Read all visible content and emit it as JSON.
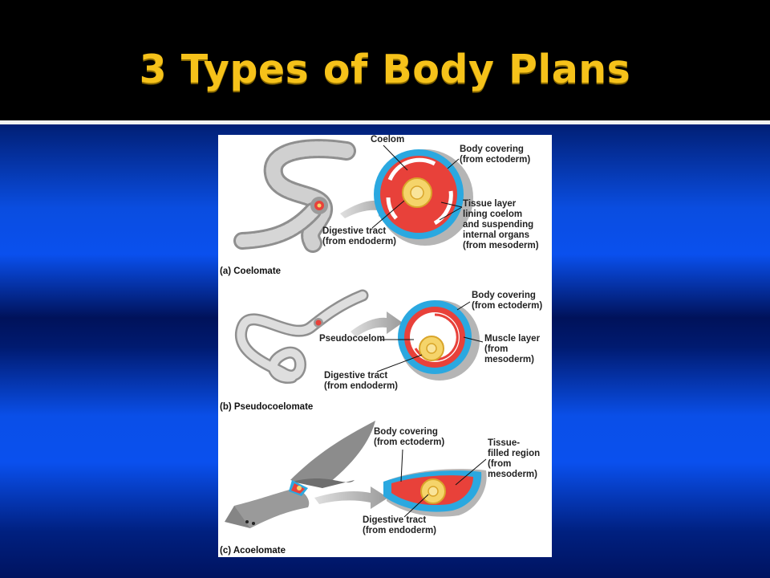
{
  "slide": {
    "title": "3 Types of Body Plans"
  },
  "panels": [
    {
      "caption": "(a) Coelomate",
      "labels": {
        "cavity": "Coelom",
        "covering": "Body covering\n(from ectoderm)",
        "middle": "Tissue layer\nlining coelom\nand suspending\ninternal organs\n(from mesoderm)",
        "digestive": "Digestive tract\n(from endoderm)"
      }
    },
    {
      "caption": "(b) Pseudocoelomate",
      "labels": {
        "cavity": "Pseudocoelom",
        "covering": "Body covering\n(from ectoderm)",
        "middle": "Muscle layer\n(from\nmesoderm)",
        "digestive": "Digestive tract\n(from endoderm)"
      }
    },
    {
      "caption": "(c) Acoelomate",
      "labels": {
        "covering": "Body covering\n(from ectoderm)",
        "middle": "Tissue-\nfilled region\n(from\nmesoderm)",
        "digestive": "Digestive tract\n(from endoderm)"
      }
    }
  ],
  "colors": {
    "title": "#f6c21a",
    "ectoderm": "#2ba8e0",
    "mesoderm": "#e8413a",
    "endoderm": "#f5d46a",
    "animal": "#b8b8b8"
  }
}
